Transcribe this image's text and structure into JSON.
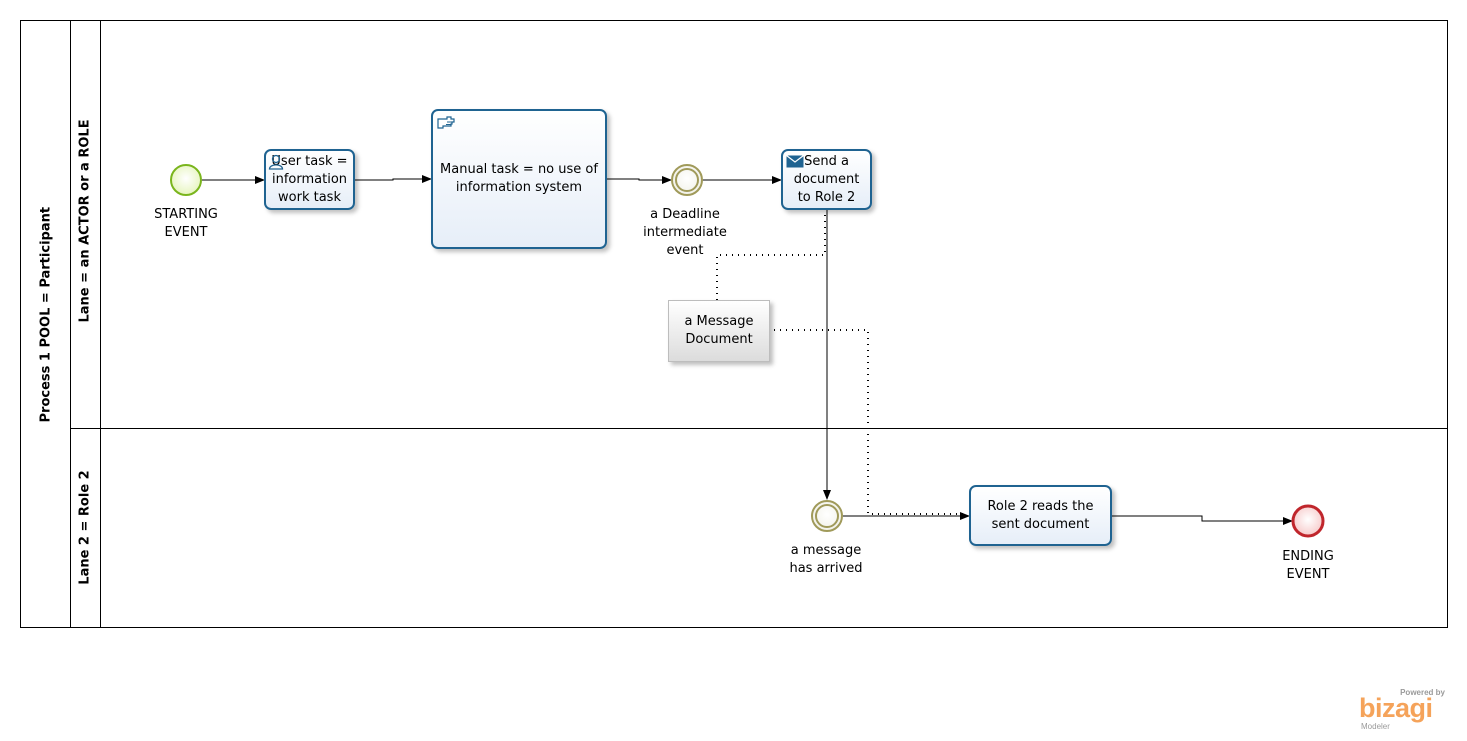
{
  "pool": {
    "label": "Process 1 POOL  = Participant"
  },
  "lanes": [
    {
      "label": "Lane = an ACTOR or a ROLE"
    },
    {
      "label": "Lane 2 = Role 2"
    }
  ],
  "events": {
    "start": "STARTING\nEVENT",
    "deadline": "a Deadline\nintermediate\nevent",
    "message_arrived": "a message\nhas arrived",
    "end": "ENDING\nEVENT"
  },
  "tasks": {
    "user_task": "User task =\ninformation\nwork task",
    "manual_task": "Manual task = no use of\ninformation system",
    "send_task": "Send a\ndocument\nto Role 2",
    "read_task": "Role 2 reads the\nsent document"
  },
  "artifacts": {
    "message_document": "a Message\nDocument"
  },
  "branding": {
    "powered_by": "Powered by",
    "brand": "bizagi",
    "product": "Modeler"
  },
  "colors": {
    "task_border": "#1f6391",
    "start_event": "#7ab51d",
    "intermediate_event": "#a09a5a",
    "end_event": "#c0262c",
    "brand": "#f5a35a"
  }
}
